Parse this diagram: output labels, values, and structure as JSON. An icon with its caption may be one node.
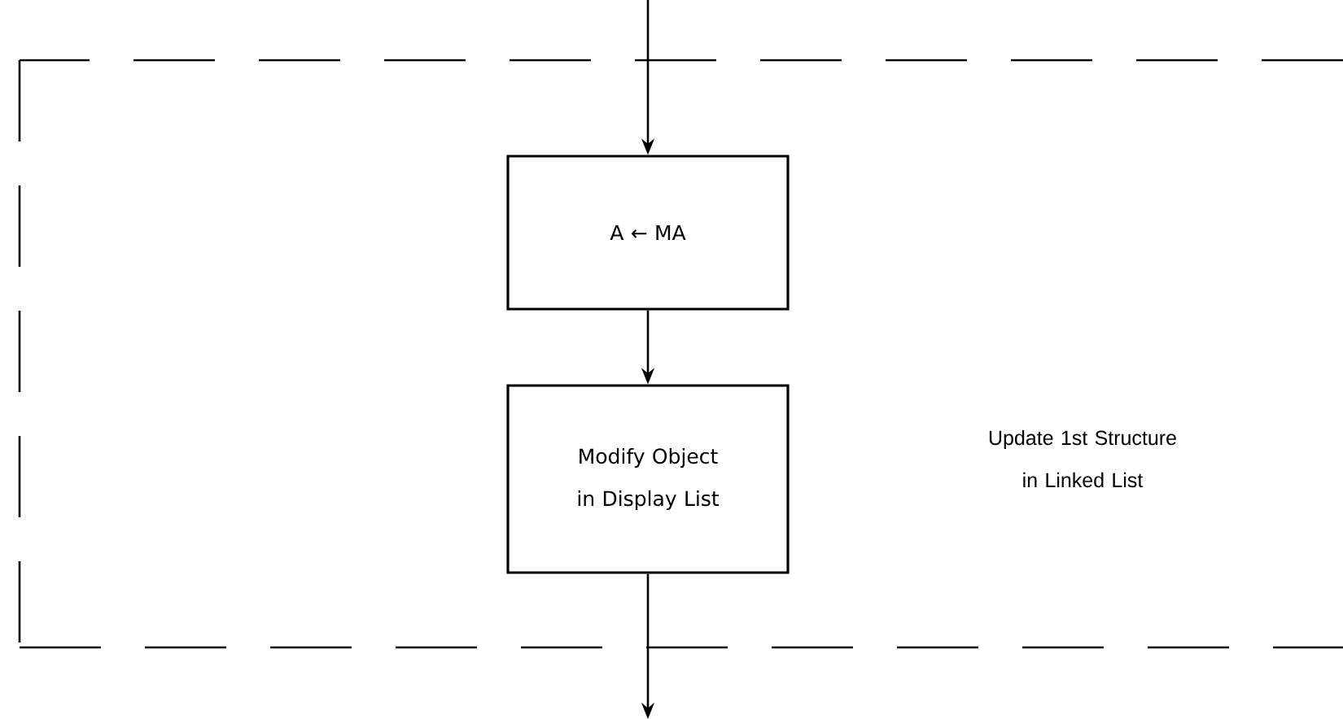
{
  "diagram": {
    "nodes": [
      {
        "text": [
          "Update 1st Structure in Linked List"
        ]
      },
      {
        "text": [
          "A ← MA"
        ],
        "in": 0
      },
      {
        "text": [
          "Modify Object in Display List"
        ],
        "in": 0
      }
    ],
    "edges": [
      {
        "from": null,
        "to": 1,
        "arrow": "to"
      },
      {
        "from": 1,
        "to": 2,
        "arrow": "to"
      },
      {
        "from": 2,
        "to": null,
        "arrow": "to"
      }
    ]
  }
}
